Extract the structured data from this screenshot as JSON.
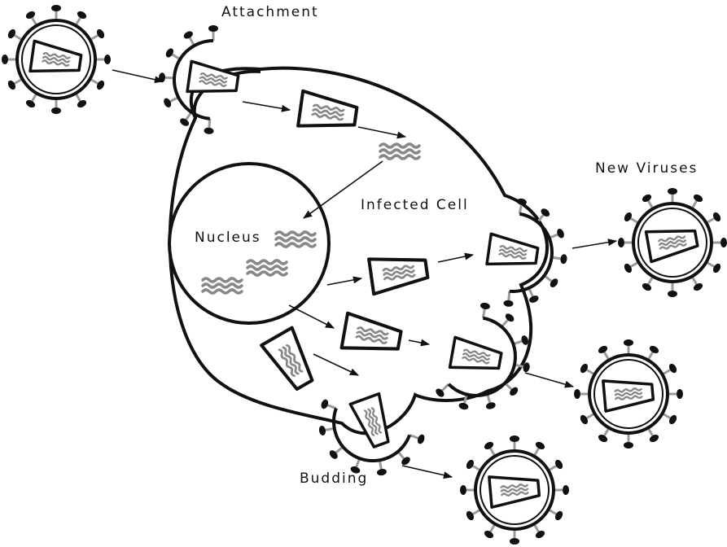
{
  "labels": {
    "attachment": "Attachment",
    "infected_cell": "Infected Cell",
    "nucleus": "Nucleus",
    "new_viruses": "New Viruses",
    "budding": "Budding"
  },
  "colors": {
    "outline": "#111111",
    "rna": "#888888",
    "spike_stem": "#9a9a9a",
    "background": "#ffffff"
  }
}
